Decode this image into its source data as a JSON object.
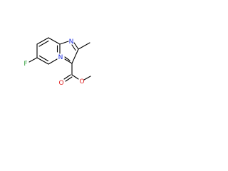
{
  "molecule": {
    "atoms": {
      "fluorine": "F",
      "ring_nitrogen": "N",
      "bridge_nitrogen": "N",
      "carbonyl_oxygen": "O",
      "ester_oxygen": "O"
    }
  },
  "colors": {
    "bond": "#000000",
    "fluorine": "#2e9e3a",
    "nitrogen": "#1f2fe0",
    "oxygen": "#e01f1f"
  }
}
